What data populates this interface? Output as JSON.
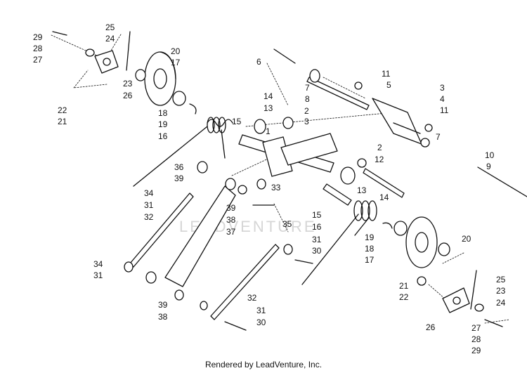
{
  "watermark": "LEADVENTURE",
  "footer": "Rendered by LeadVenture, Inc.",
  "callouts": [
    "25",
    "29",
    "24",
    "28",
    "27",
    "20",
    "17",
    "23",
    "26",
    "22",
    "21",
    "18",
    "19",
    "16",
    "6",
    "7",
    "8",
    "11",
    "5",
    "3",
    "4",
    "11",
    "7",
    "14",
    "13",
    "15",
    "1",
    "2",
    "3",
    "36",
    "39",
    "34",
    "31",
    "32",
    "33",
    "2",
    "12",
    "13",
    "14",
    "10",
    "9",
    "39",
    "38",
    "37",
    "35",
    "15",
    "16",
    "19",
    "18",
    "17",
    "20",
    "31",
    "30",
    "34",
    "31",
    "39",
    "38",
    "32",
    "31",
    "30",
    "21",
    "22",
    "25",
    "23",
    "24",
    "26",
    "27",
    "28",
    "29"
  ]
}
